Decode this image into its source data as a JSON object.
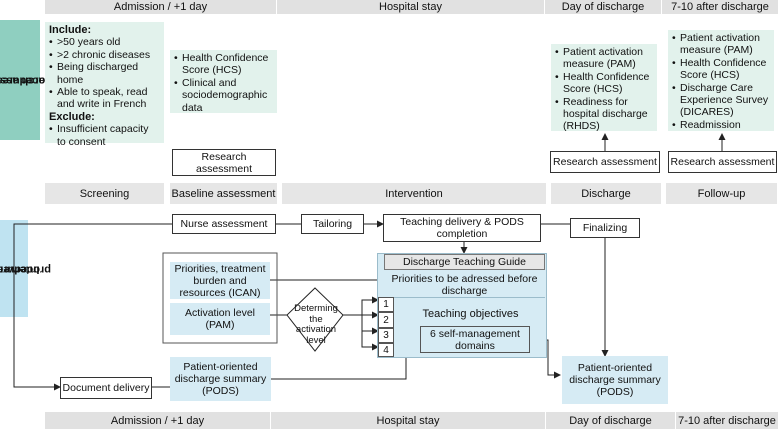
{
  "timeline": [
    "Admission / +1 day",
    "Hospital stay",
    "Day of discharge",
    "7-10 after discharge"
  ],
  "side_labels": {
    "research": [
      "Research assessment",
      "procedures"
    ],
    "intervention": [
      "Intervention",
      "procedures"
    ]
  },
  "criteria": {
    "include_label": "Include:",
    "include": [
      ">50 years old",
      ">2 chronic diseases",
      "Being discharged home",
      "Able to speak, read and write in French"
    ],
    "exclude_label": "Exclude:",
    "exclude": [
      "Insufficient capacity to consent"
    ]
  },
  "baseline_measures": [
    "Health Confidence Score (HCS)",
    "Clinical and sociodemographic data"
  ],
  "discharge_measures": [
    "Patient activation measure (PAM)",
    "Health Confidence Score (HCS)",
    "Readiness for hospital discharge (RHDS)"
  ],
  "followup_measures": [
    "Patient activation measure (PAM)",
    "Health Confidence Score (HCS)",
    "Discharge Care Experience Survey (DICARES)",
    "Readmission"
  ],
  "research_assessment": "Research assessment",
  "phases": [
    "Screening",
    "Baseline assessment",
    "Intervention",
    "Discharge",
    "Follow-up"
  ],
  "nodes": {
    "nurse_assessment": "Nurse assessment",
    "tailoring": "Tailoring",
    "teaching_delivery": "Teaching delivery & PODS completion",
    "finalizing": "Finalizing",
    "priorities": "Priorities, treatment burden and resources (ICAN)",
    "activation_level": "Activation level (PAM)",
    "determining": "Determing the activation level",
    "guide_title": "Discharge Teaching Guide",
    "guide_priorities": "Priorities to be adressed before discharge",
    "teaching_objectives": "Teaching objectives",
    "self_management": "6 self-management domains",
    "numbers": [
      "1",
      "2",
      "3",
      "4"
    ],
    "document_delivery": "Document delivery",
    "pods_left": "Patient-oriented discharge summary (PODS)",
    "pods_right": "Patient-oriented discharge summary (PODS)"
  }
}
